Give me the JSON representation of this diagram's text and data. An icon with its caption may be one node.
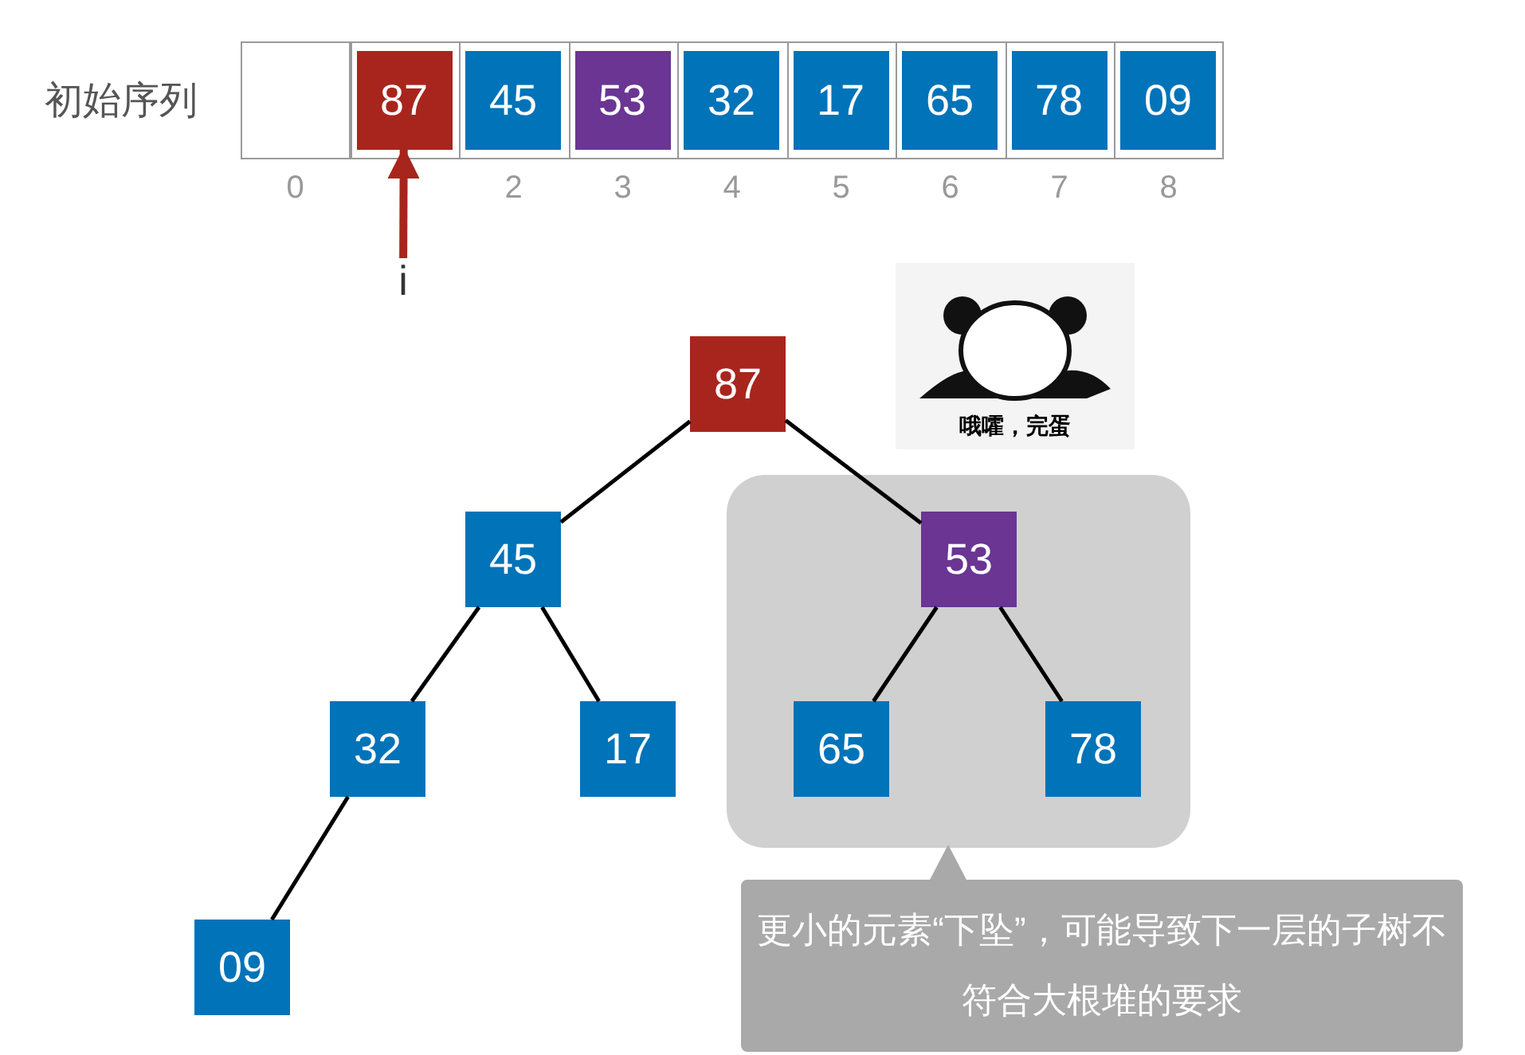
{
  "diagram": {
    "nodes": [
      {
        "text": [],
        "shape": "box"
      },
      {
        "text": [
          "87"
        ]
      },
      {
        "text": [
          "45"
        ]
      },
      {
        "text": [
          "53"
        ]
      },
      {
        "text": [
          "32"
        ]
      },
      {
        "text": [
          "17"
        ]
      },
      {
        "text": [
          "65"
        ]
      },
      {
        "text": [
          "78"
        ]
      },
      {
        "text": [
          "09"
        ]
      },
      {
        "text": [
          "i"
        ]
      },
      {
        "text": [
          "哦嚯，完蛋"
        ]
      },
      {
        "text": [
          "87"
        ]
      },
      {
        "text": [
          "45"
        ]
      },
      {
        "text": [],
        "shape": "box"
      },
      {
        "text": [
          "53"
        ],
        "in": 13
      },
      {
        "text": [
          "32"
        ]
      },
      {
        "text": [
          "17"
        ]
      },
      {
        "text": [
          "65"
        ],
        "in": 13
      },
      {
        "text": [
          "78"
        ],
        "in": 13
      },
      {
        "text": [
          "09"
        ]
      },
      {
        "text": [
          "更小的元素“下坠”，可能导致下一层的子树不符合大根堆的要求"
        ]
      }
    ],
    "edges": [
      {
        "from": 9,
        "to": 1,
        "arrow": "to",
        "style": "thick",
        "color": "#a8251d"
      },
      {
        "from": 11,
        "to": 12,
        "arrow": "none"
      },
      {
        "from": 11,
        "to": 14,
        "arrow": "none"
      },
      {
        "from": 12,
        "to": 15,
        "arrow": "none"
      },
      {
        "from": 12,
        "to": 16,
        "arrow": "none"
      },
      {
        "from": 14,
        "to": 17,
        "arrow": "none"
      },
      {
        "from": 14,
        "to": 18,
        "arrow": "none"
      },
      {
        "from": 15,
        "to": 19,
        "arrow": "none"
      }
    ],
    "labels": [
      "初始序列",
      "0",
      "2",
      "3",
      "4",
      "5",
      "6",
      "7",
      "8"
    ]
  }
}
